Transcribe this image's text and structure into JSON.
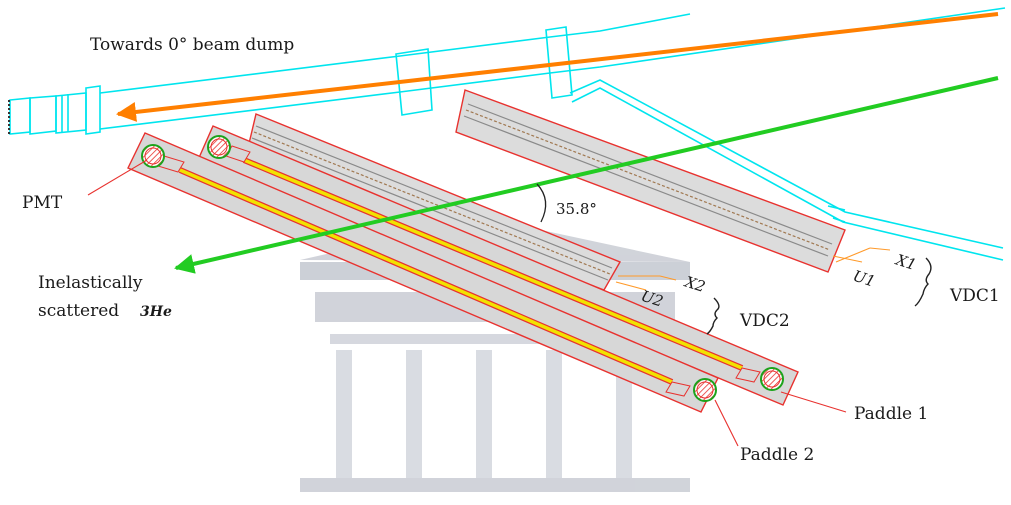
{
  "diagram": {
    "labels": {
      "beam_dump": "Towards 0° beam dump",
      "pmt": "PMT",
      "inelastic_line1": "Inelastically",
      "inelastic_line2": "scattered",
      "inelastic_particle": "3He",
      "angle": "35.8°",
      "x1": "X1",
      "u1": "U1",
      "vdc1": "VDC1",
      "x2": "X2",
      "u2": "U2",
      "vdc2": "VDC2",
      "paddle1": "Paddle 1",
      "paddle2": "Paddle 2"
    },
    "colors": {
      "beam_pipe": "#00e5ee",
      "beam_arrow": "#ff7f00",
      "scattered_arrow": "#22cc22",
      "frame_outline": "#e8322f",
      "scintillator": "#f2e200",
      "pmt_ring": "#1ca31c",
      "detector_fill": "#d7d7d7",
      "watermark": "#c9ccd4",
      "wire": "#a07850"
    },
    "icons": {
      "pmt": "pmt-circle-icon",
      "watermark": "temple-watermark-icon",
      "brace": "curly-brace-icon"
    }
  }
}
